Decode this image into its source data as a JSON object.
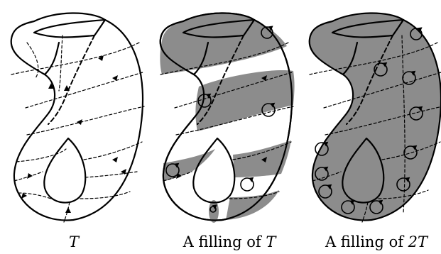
{
  "panels": [
    {
      "id": "T",
      "caption_pre": "",
      "caption_math": "T"
    },
    {
      "id": "filling-T",
      "caption_pre": "A filling of ",
      "caption_math": "T"
    },
    {
      "id": "filling-2T",
      "caption_pre": "A filling of ",
      "caption_math": "2T"
    }
  ],
  "colors": {
    "shade": "#8c8c8c",
    "line": "#000000",
    "background": "#ffffff"
  }
}
